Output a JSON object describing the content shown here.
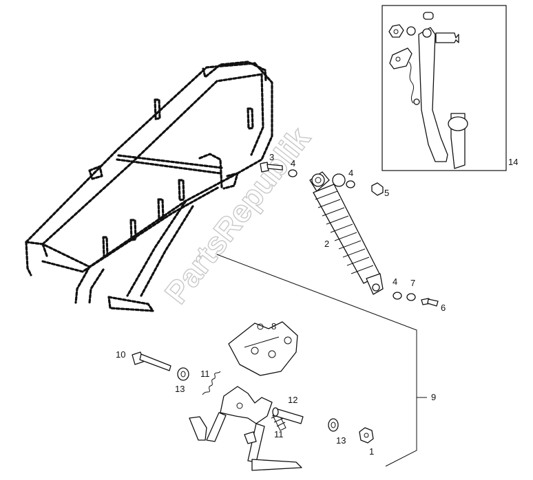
{
  "watermark": "PartsRepublik",
  "callouts": [
    {
      "id": "1",
      "label": "1"
    },
    {
      "id": "2",
      "label": "2"
    },
    {
      "id": "3",
      "label": "3"
    },
    {
      "id": "4a",
      "label": "4"
    },
    {
      "id": "4b",
      "label": "4"
    },
    {
      "id": "4c",
      "label": "4"
    },
    {
      "id": "5",
      "label": "5"
    },
    {
      "id": "6",
      "label": "6"
    },
    {
      "id": "7",
      "label": "7"
    },
    {
      "id": "8",
      "label": "8"
    },
    {
      "id": "9",
      "label": "9"
    },
    {
      "id": "10",
      "label": "10"
    },
    {
      "id": "11a",
      "label": "11"
    },
    {
      "id": "11b",
      "label": "11"
    },
    {
      "id": "12",
      "label": "12"
    },
    {
      "id": "13a",
      "label": "13"
    },
    {
      "id": "13b",
      "label": "13"
    },
    {
      "id": "14",
      "label": "14"
    }
  ],
  "colors": {
    "line": "#111111",
    "watermark": "#c8c8c8",
    "background": "#ffffff"
  }
}
